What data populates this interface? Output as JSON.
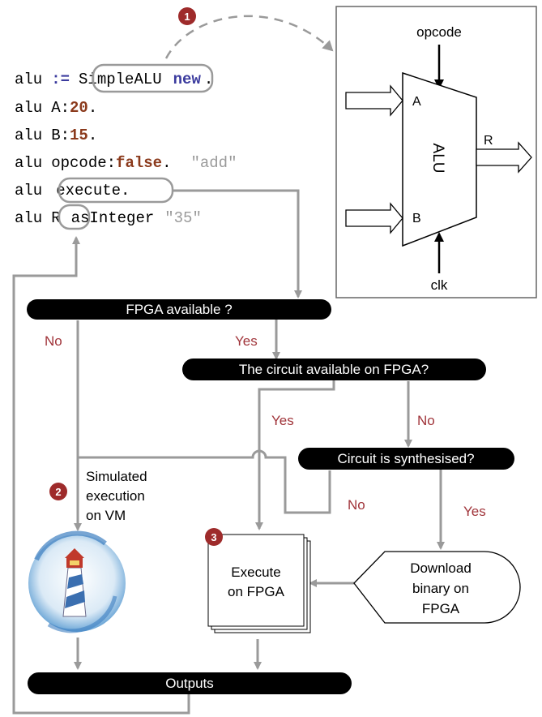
{
  "code": {
    "line1": {
      "receiver": "alu",
      "op": ":=",
      "cls": "SimpleALU",
      "msg": "new",
      "end": "."
    },
    "line2": {
      "receiver": "alu",
      "sel": "A:",
      "val": "20",
      "end": "."
    },
    "line3": {
      "receiver": "alu",
      "sel": "B:",
      "val": "15",
      "end": "."
    },
    "line4": {
      "receiver": "alu",
      "sel": "opcode:",
      "val": "false",
      "end": ".",
      "comment": "\"add\""
    },
    "line5": {
      "receiver": "alu",
      "msg": "execute."
    },
    "line6": {
      "receiver": "alu",
      "msg": "R",
      "rest": "asInteger",
      "comment": "\"35\""
    }
  },
  "badges": {
    "b1": "1",
    "b2": "2",
    "b3": "3"
  },
  "alu": {
    "title": "ALU",
    "opcode": "opcode",
    "clk": "clk",
    "in_a": "A",
    "in_b": "B",
    "out_r": "R"
  },
  "flow": {
    "fpga_available": "FPGA available ?",
    "circuit_available": "The circuit available on FPGA?",
    "synthesised": "Circuit is synthesised?",
    "outputs": "Outputs",
    "no1": "No",
    "yes1": "Yes",
    "yes2": "Yes",
    "no2": "No",
    "no3": "No",
    "yes3": "Yes",
    "simulated": [
      "Simulated",
      "execution",
      "on VM"
    ],
    "execute_fpga": [
      "Execute",
      "on FPGA"
    ],
    "download": [
      "Download",
      "binary on",
      "FPGA"
    ]
  },
  "colors": {
    "keyword": "#3b3b9e",
    "literal": "#8b3a1c",
    "comment": "#9a9a9a",
    "arrow": "#9a9a9a",
    "label_red": "#a0343a",
    "badge": "#9e2b2b"
  }
}
